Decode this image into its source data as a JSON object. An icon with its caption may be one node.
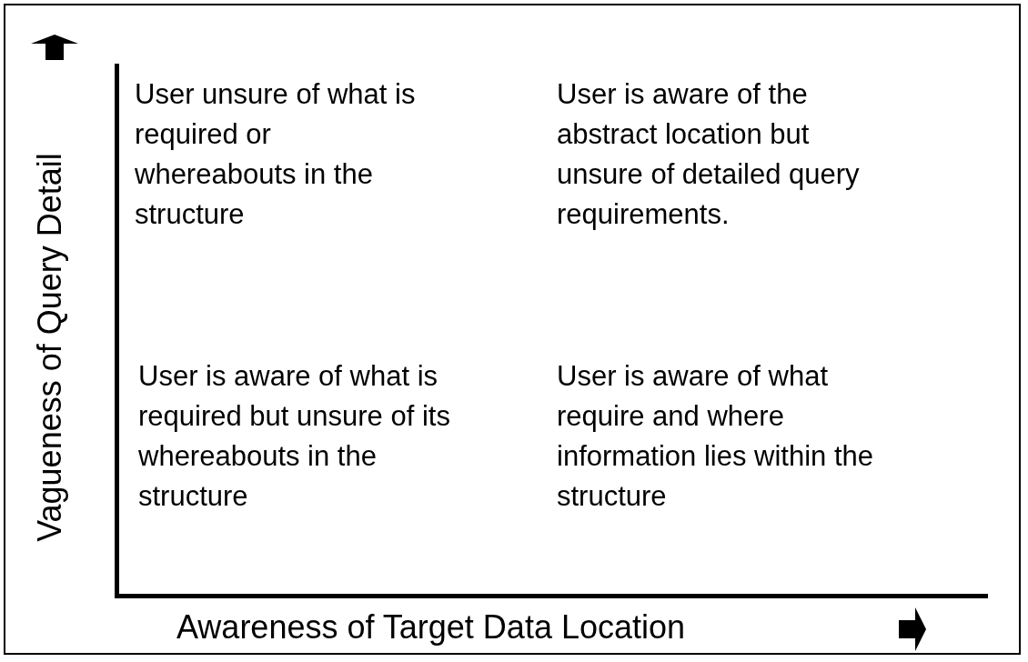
{
  "diagram": {
    "labels": [
      "Vagueness of Query Detail",
      "User unsure of what is required or whereabouts in the structure",
      "User is aware of the abstract location but unsure of detailed query requirements.",
      "User is aware of what is required but unsure of its whereabouts in the structure",
      "User is aware of what require and where information lies within the structure",
      "Awareness of Target Data Location"
    ]
  }
}
